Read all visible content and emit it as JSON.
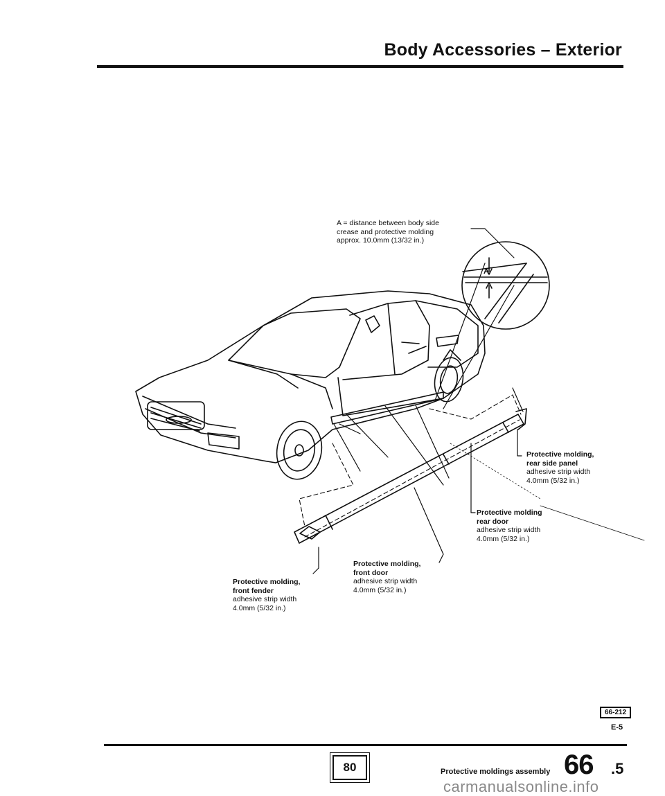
{
  "header": {
    "title": "Body Accessories – Exterior"
  },
  "diagram": {
    "detail_label": "A",
    "callout_a": {
      "line1": "A = distance between body side",
      "line2": "crease and protective molding",
      "line3": "approx. 10.0mm (13/32 in.)"
    },
    "rear_side_panel": {
      "title": "Protective molding,",
      "subtitle": "rear side panel",
      "detail1": "adhesive strip width",
      "detail2": "4.0mm (5/32 in.)"
    },
    "rear_door": {
      "title": "Protective molding",
      "subtitle": "rear door",
      "detail1": "adhesive strip width",
      "detail2": "4.0mm (5/32 in.)"
    },
    "front_door": {
      "title": "Protective molding,",
      "subtitle": "front door",
      "detail1": "adhesive strip width",
      "detail2": "4.0mm (5/32 in.)"
    },
    "front_fender": {
      "title": "Protective molding,",
      "subtitle": "front fender",
      "detail1": "adhesive strip width",
      "detail2": "4.0mm (5/32 in.)"
    }
  },
  "figure_number": "66-212",
  "section_code": "E-5",
  "footer": {
    "page_number": "80",
    "caption": "Protective moldings assembly",
    "section_number": "66",
    "section_sub": ".5"
  },
  "watermark": "carmanualsonline.info"
}
